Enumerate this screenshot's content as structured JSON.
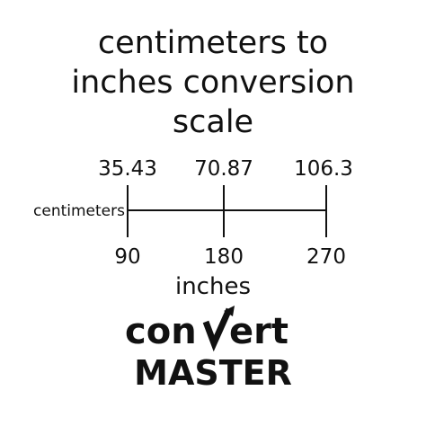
{
  "title_lines": [
    "centimeters to",
    "inches conversion",
    "scale"
  ],
  "scale": {
    "axis_name": "centimeters",
    "top_ticks": [
      "35.43",
      "70.87",
      "106.3"
    ],
    "bottom_ticks": [
      "90",
      "180",
      "270"
    ],
    "lower_label": "inches"
  },
  "logo": {
    "word1_a": "con",
    "word1_b": "ert",
    "word2": "MASTER"
  },
  "colors": {
    "ink": "#111111",
    "background": "#ffffff"
  }
}
